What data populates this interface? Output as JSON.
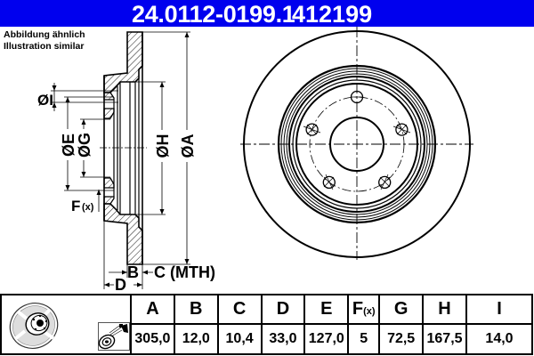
{
  "header": {
    "part_number": "24.0112-0199.1",
    "secondary_number": "412199",
    "background_color": "#0000ee"
  },
  "note": {
    "line1": "Abbildung ähnlich",
    "line2": "Illustration similar"
  },
  "cross_section": {
    "labels": {
      "I": "ØI",
      "E": "ØE",
      "G": "ØG",
      "H": "ØH",
      "A": "ØA",
      "F": "F",
      "F_sub": "(x)",
      "B": "B",
      "C": "C (MTH)",
      "D": "D"
    }
  },
  "front_view": {
    "bolt_holes": 5
  },
  "table": {
    "icons": [
      "brake-disc-icon",
      "spray-coating-icon"
    ],
    "columns": [
      {
        "key": "A",
        "label": "A",
        "value": "305,0"
      },
      {
        "key": "B",
        "label": "B",
        "value": "12,0"
      },
      {
        "key": "C",
        "label": "C",
        "value": "10,4"
      },
      {
        "key": "D",
        "label": "D",
        "value": "33,0"
      },
      {
        "key": "E",
        "label": "E",
        "value": "127,0"
      },
      {
        "key": "F",
        "label": "F",
        "sub": "(x)",
        "value": "5"
      },
      {
        "key": "G",
        "label": "G",
        "value": "72,5"
      },
      {
        "key": "H",
        "label": "H",
        "value": "167,5"
      },
      {
        "key": "I",
        "label": "I",
        "value": "14,0"
      }
    ]
  }
}
